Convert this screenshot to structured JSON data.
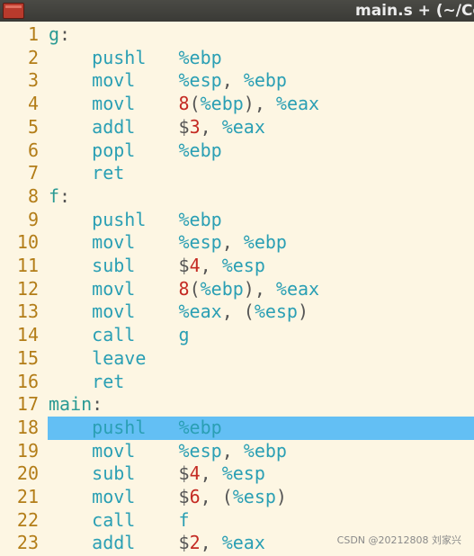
{
  "window": {
    "title": "main.s + (~/Co"
  },
  "colors": {
    "line_number": "#b37d18",
    "mnemonic": "#2a9fb4",
    "label": "#2a9a94",
    "number": "#c42a23",
    "current_line_highlight": "#63bff4",
    "background": "#fdf6e3"
  },
  "current_line": 18,
  "lines": [
    {
      "num": "1",
      "label": "g",
      "colon": ":"
    },
    {
      "num": "2",
      "op": "pushl",
      "args": [
        {
          "t": "reg",
          "v": "%ebp"
        }
      ]
    },
    {
      "num": "3",
      "op": "movl",
      "args": [
        {
          "t": "reg",
          "v": "%esp"
        },
        {
          "t": "punc",
          "v": ", "
        },
        {
          "t": "reg",
          "v": "%ebp"
        }
      ]
    },
    {
      "num": "4",
      "op": "movl",
      "args": [
        {
          "t": "num",
          "v": "8"
        },
        {
          "t": "punc",
          "v": "("
        },
        {
          "t": "reg",
          "v": "%ebp"
        },
        {
          "t": "punc",
          "v": "), "
        },
        {
          "t": "reg",
          "v": "%eax"
        }
      ]
    },
    {
      "num": "5",
      "op": "addl",
      "args": [
        {
          "t": "punc",
          "v": "$"
        },
        {
          "t": "num",
          "v": "3"
        },
        {
          "t": "punc",
          "v": ", "
        },
        {
          "t": "reg",
          "v": "%eax"
        }
      ]
    },
    {
      "num": "6",
      "op": "popl",
      "args": [
        {
          "t": "reg",
          "v": "%ebp"
        }
      ]
    },
    {
      "num": "7",
      "op": "ret",
      "args": []
    },
    {
      "num": "8",
      "label": "f",
      "colon": ":"
    },
    {
      "num": "9",
      "op": "pushl",
      "args": [
        {
          "t": "reg",
          "v": "%ebp"
        }
      ]
    },
    {
      "num": "10",
      "op": "movl",
      "args": [
        {
          "t": "reg",
          "v": "%esp"
        },
        {
          "t": "punc",
          "v": ", "
        },
        {
          "t": "reg",
          "v": "%ebp"
        }
      ]
    },
    {
      "num": "11",
      "op": "subl",
      "args": [
        {
          "t": "punc",
          "v": "$"
        },
        {
          "t": "num",
          "v": "4"
        },
        {
          "t": "punc",
          "v": ", "
        },
        {
          "t": "reg",
          "v": "%esp"
        }
      ]
    },
    {
      "num": "12",
      "op": "movl",
      "args": [
        {
          "t": "num",
          "v": "8"
        },
        {
          "t": "punc",
          "v": "("
        },
        {
          "t": "reg",
          "v": "%ebp"
        },
        {
          "t": "punc",
          "v": "), "
        },
        {
          "t": "reg",
          "v": "%eax"
        }
      ]
    },
    {
      "num": "13",
      "op": "movl",
      "args": [
        {
          "t": "reg",
          "v": "%eax"
        },
        {
          "t": "punc",
          "v": ", ("
        },
        {
          "t": "reg",
          "v": "%esp"
        },
        {
          "t": "punc",
          "v": ")"
        }
      ]
    },
    {
      "num": "14",
      "op": "call",
      "args": [
        {
          "t": "reg",
          "v": "g"
        }
      ]
    },
    {
      "num": "15",
      "op": "leave",
      "args": []
    },
    {
      "num": "16",
      "op": "ret",
      "args": []
    },
    {
      "num": "17",
      "label": "main",
      "colon": ":"
    },
    {
      "num": "18",
      "op": "pushl",
      "args": [
        {
          "t": "reg",
          "v": "%ebp"
        }
      ]
    },
    {
      "num": "19",
      "op": "movl",
      "args": [
        {
          "t": "reg",
          "v": "%esp"
        },
        {
          "t": "punc",
          "v": ", "
        },
        {
          "t": "reg",
          "v": "%ebp"
        }
      ]
    },
    {
      "num": "20",
      "op": "subl",
      "args": [
        {
          "t": "punc",
          "v": "$"
        },
        {
          "t": "num",
          "v": "4"
        },
        {
          "t": "punc",
          "v": ", "
        },
        {
          "t": "reg",
          "v": "%esp"
        }
      ]
    },
    {
      "num": "21",
      "op": "movl",
      "args": [
        {
          "t": "punc",
          "v": "$"
        },
        {
          "t": "num",
          "v": "6"
        },
        {
          "t": "punc",
          "v": ", ("
        },
        {
          "t": "reg",
          "v": "%esp"
        },
        {
          "t": "punc",
          "v": ")"
        }
      ]
    },
    {
      "num": "22",
      "op": "call",
      "args": [
        {
          "t": "reg",
          "v": "f"
        }
      ]
    },
    {
      "num": "23",
      "op": "addl",
      "args": [
        {
          "t": "punc",
          "v": "$"
        },
        {
          "t": "num",
          "v": "2"
        },
        {
          "t": "punc",
          "v": ", "
        },
        {
          "t": "reg",
          "v": "%eax"
        }
      ]
    }
  ],
  "watermark": "CSDN @20212808 刘家兴"
}
